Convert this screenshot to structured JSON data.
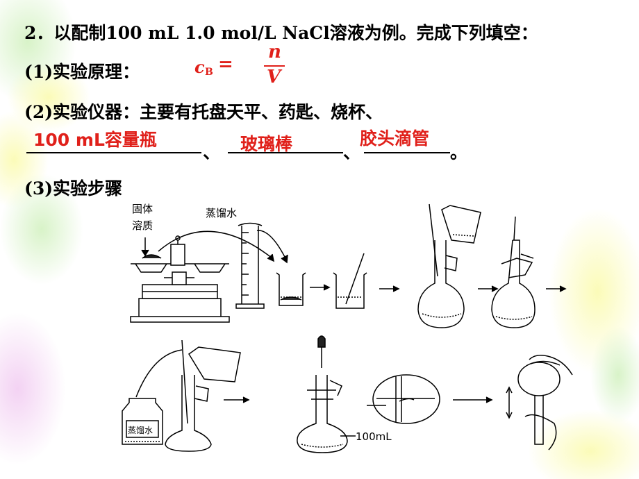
{
  "question": {
    "title": "2．以配制100 mL 1.0 mol/L NaCl溶液为例。完成下列填空：",
    "p1_label": "(1)实验原理：",
    "formula": {
      "lhs_c": "c",
      "lhs_sub": "B",
      "eq": "=",
      "num": "n",
      "den": "V"
    },
    "p2_label": "(2)实验仪器：主要有托盘天平、药匙、烧杯、",
    "answers": [
      "100 mL容量瓶",
      "玻璃棒",
      "胶头滴管"
    ],
    "sep1": "、",
    "sep2": "、",
    "end": "。",
    "p3_label": "(3)实验步骤"
  },
  "diagram_labels": {
    "solid_line1": "固体",
    "solid_line2": "溶质",
    "water": "蒸馏水",
    "bottle_label": "蒸馏水",
    "volume_mark": "100mL"
  }
}
